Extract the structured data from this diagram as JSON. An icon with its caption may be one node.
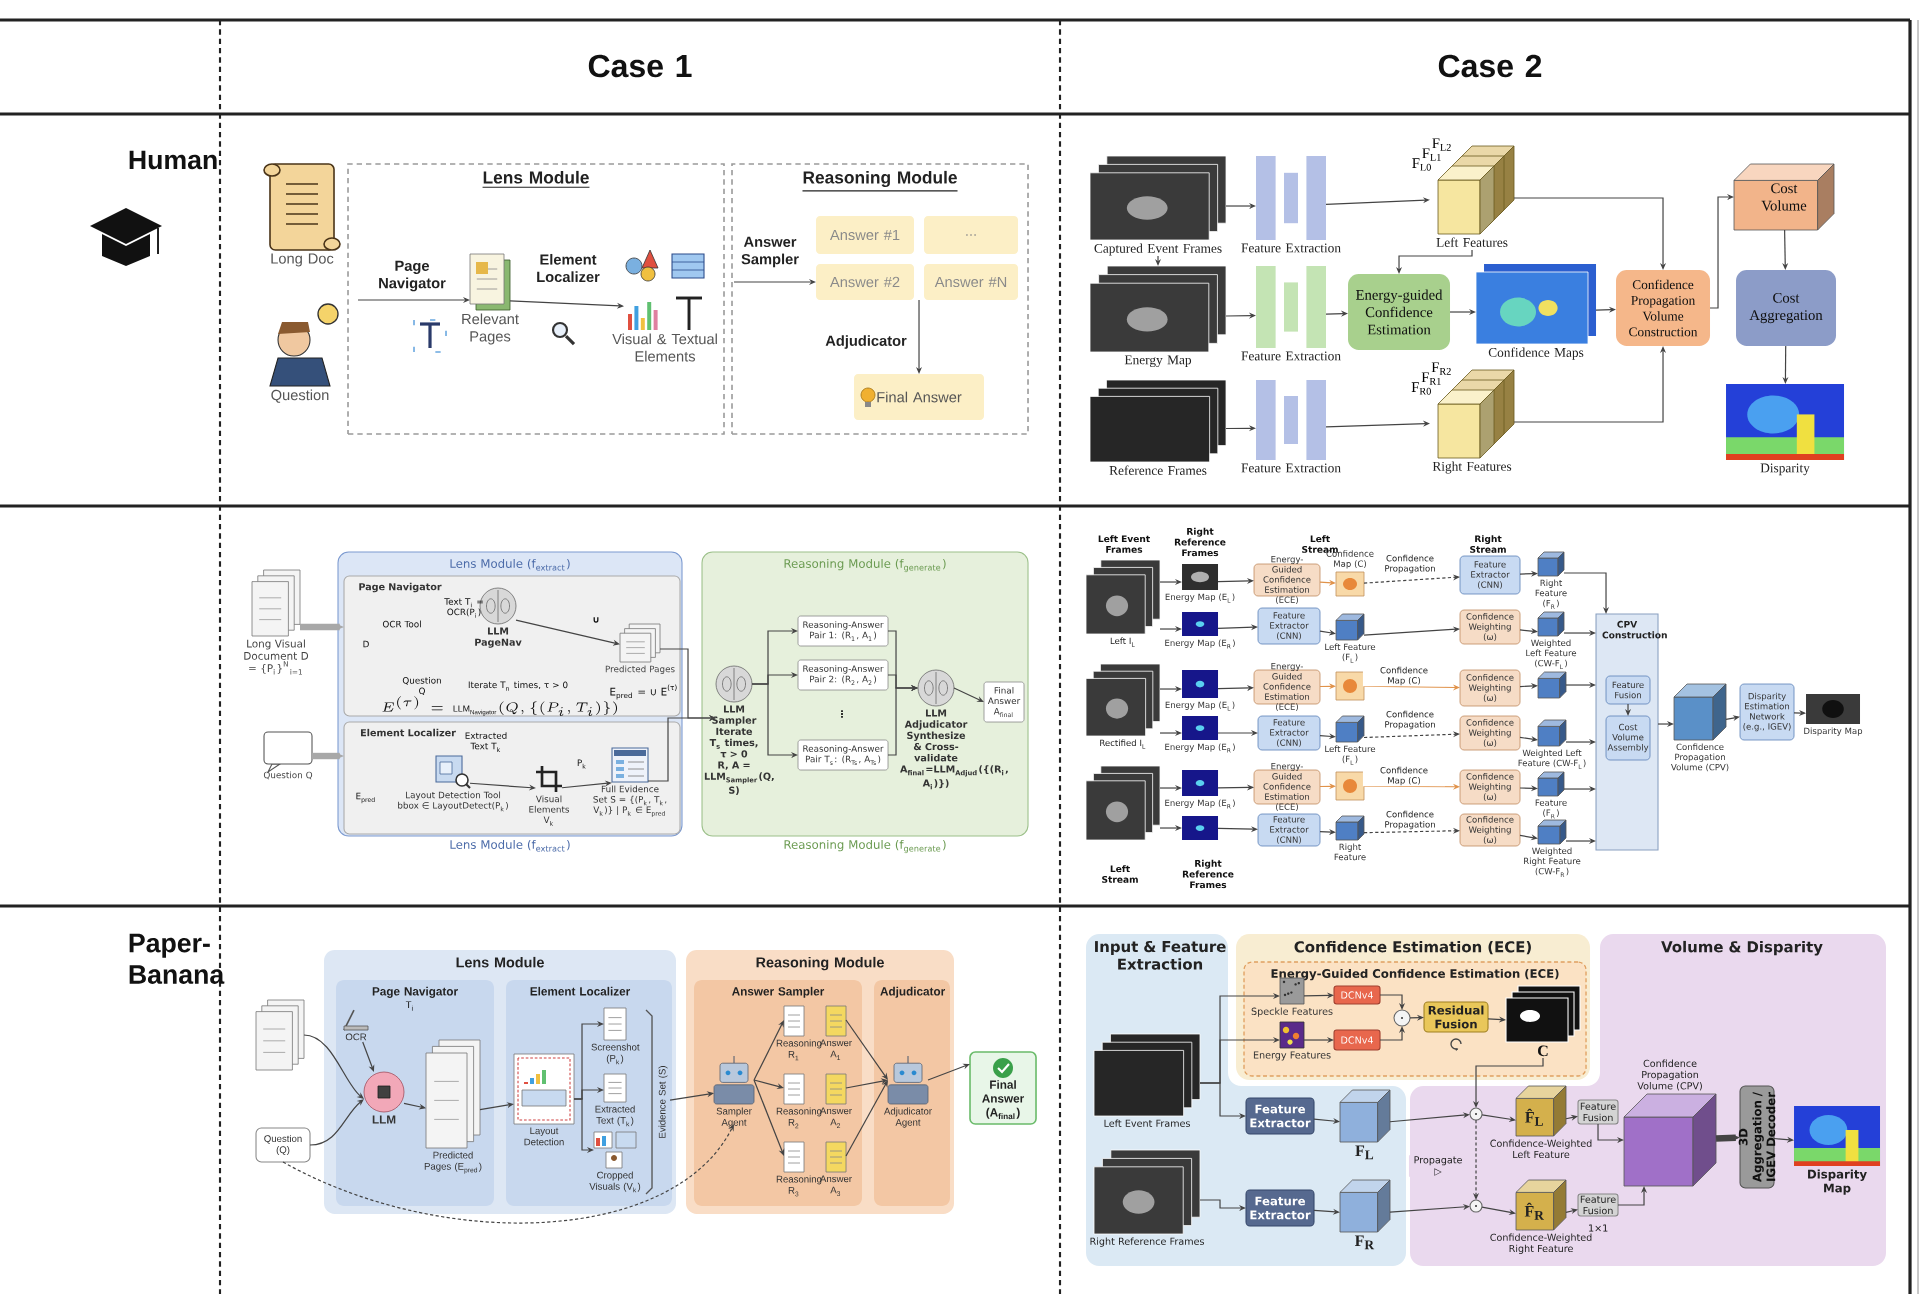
{
  "diagram": {
    "nodes": [
      {
        "text": [
          "Long Doc"
        ]
      },
      {
        "text": [
          "Question"
        ]
      },
      {
        "text": [
          "Lens Module"
        ]
      },
      {
        "text": [
          "Reasoning Module"
        ]
      },
      {
        "text": [
          "Relevant Pages"
        ],
        "in": 2
      },
      {
        "text": [
          "Visual & Textual Elements"
        ],
        "in": 2
      },
      {
        "text": [
          "Answer #1"
        ],
        "in": 3
      },
      {
        "text": [
          "..."
        ],
        "in": 3
      },
      {
        "text": [
          "Answer #2"
        ],
        "in": 3
      },
      {
        "text": [
          "Answer #N"
        ],
        "in": 3
      },
      {
        "text": [
          "Final Answer"
        ],
        "in": 3
      },
      {
        "text": [
          "Captured Event Frames"
        ]
      },
      {
        "text": [
          "Feature Extraction"
        ]
      },
      {
        "text": [
          "F$_{L2}$",
          "F$_{L1}$",
          "F$_{L0}$",
          "Left Features"
        ]
      },
      {
        "text": [
          "Energy Map"
        ]
      },
      {
        "text": [
          "Feature Extraction"
        ]
      },
      {
        "text": [
          "Energy-guided Confidence Estimation"
        ]
      },
      {
        "text": [
          "Confidence Maps"
        ]
      },
      {
        "text": [
          "Confidence Propagation Volume Construction"
        ]
      },
      {
        "text": [
          "Cost Volume"
        ]
      },
      {
        "text": [
          "Cost Aggregation"
        ]
      },
      {
        "text": [
          "Reference Frames"
        ]
      },
      {
        "text": [
          "Feature Extraction"
        ]
      },
      {
        "text": [
          "F$_{R2}$",
          "F$_{R1}$",
          "F$_{R0}$",
          "Right Features"
        ]
      },
      {
        "text": [
          "Disparity"
        ]
      },
      {
        "text": [
          "Long Visual Document D = {P$_{i}$}$^{N}$$_{i=1}$"
        ]
      },
      {
        "text": [
          "Question Q"
        ]
      },
      {
        "text": [
          "Lens Module (f$_{extract}$)",
          "Lens Module (f$_{extract}$)"
        ]
      },
      {
        "text": [
          "Page Navigator"
        ],
        "in": 27
      },
      {
        "text": [
          "LLM PageNav"
        ],
        "in": 28
      },
      {
        "text": [
          "Predicted Pages"
        ],
        "in": 28
      },
      {
        "text": [
          "Element Localizer"
        ],
        "in": 27
      },
      {
        "text": [
          "Layout Detection Tool bbox ∈ LayoutDetect(P$_{k}$)"
        ],
        "in": 31
      },
      {
        "text": [
          "Visual Elements V$_{k}$"
        ],
        "in": 31
      },
      {
        "text": [
          "Full Evidence Set S = {(P$_{k}$, T$_{k}$, V$_{k}$)} | P$_{k}$ ∈ E$_{pred}$"
        ],
        "in": 31
      },
      {
        "text": [
          "Reasoning Module (f$_{generate}$)",
          "Reasoning Module (f$_{generate}$)"
        ]
      },
      {
        "text": [
          "LLM Sampler",
          "Iterate T$_{s}$ times, τ > 0",
          "R, A = LLM$_{Sampler}$(Q, S)"
        ],
        "in": 35
      },
      {
        "text": [
          "Reasoning-Answer Pair 1: (R$_{1}$, A$_{1}$)"
        ],
        "in": 35
      },
      {
        "text": [
          "Reasoning-Answer Pair 2: (R$_{2}$, A$_{2}$)"
        ],
        "in": 35
      },
      {
        "text": [
          "Reasoning-Answer Pair T$_{s}$: (R$_{Ts}$, A$_{Ts}$)"
        ],
        "in": 35
      },
      {
        "text": [
          "LLM Adjudicator",
          "Synthesize & Cross-validate",
          "A$_{final}$=LLM$_{Adjud}$({(R$_{i}$, A$_{i}$)})"
        ],
        "in": 35
      },
      {
        "text": [
          "Final Answer A$_{final}$"
        ],
        "in": 35
      },
      {
        "text": [
          "Left I$_{L}$"
        ]
      },
      {
        "text": [
          "Energy Map (E$_{L}$)"
        ]
      },
      {
        "text": [
          "Energy Map (E$_{R}$)"
        ]
      },
      {
        "text": [
          "Energy-Guided Confidence Estimation (ECE)"
        ]
      },
      {
        "text": [
          "Confidence Map (C)"
        ]
      },
      {
        "text": [
          "Feature Extractor (CNN)"
        ]
      },
      {
        "text": [
          "Left Feature (F$_{L}$)"
        ]
      },
      {
        "text": [
          "Feature Extractor (CNN)"
        ]
      },
      {
        "text": [
          "Right Feature (F$_{R}$)"
        ]
      },
      {
        "text": [
          "Confidence Weighting (ω)"
        ]
      },
      {
        "text": [
          "Weighted Left Feature (CW-F$_{L}$)"
        ]
      },
      {
        "text": [
          "Rectified I$_{L}$"
        ]
      },
      {
        "text": [
          "Energy Map (E$_{L}$)"
        ]
      },
      {
        "text": [
          "Energy Map (E$_{R}$)"
        ]
      },
      {
        "text": [
          "Energy-Guided Confidence Estimation (ECE)"
        ]
      },
      {
        "text": [],
        "shape": "picture"
      },
      {
        "text": [
          "Feature Extractor (CNN)"
        ]
      },
      {
        "text": [
          "Left Feature (F$_{L}$)"
        ]
      },
      {
        "text": [
          "Confidence Weighting (ω)"
        ]
      },
      {
        "text": [],
        "shape": "box"
      },
      {
        "text": [
          "Confidence Weighting (ω)"
        ]
      },
      {
        "text": [
          "Weighted Left Feature (CW-F$_{L}$)"
        ]
      },
      {
        "text": [],
        "shape": "picture"
      },
      {
        "text": [
          "Energy Map (E$_{R}$)"
        ]
      },
      {
        "text": [],
        "shape": "picture"
      },
      {
        "text": [
          "Energy-Guided Confidence Estimation (ECE)"
        ]
      },
      {
        "text": [],
        "shape": "picture"
      },
      {
        "text": [
          "Feature Extractor (CNN)"
        ]
      },
      {
        "text": [
          "Right Feature"
        ]
      },
      {
        "text": [
          "Confidence Weighting (ω)"
        ]
      },
      {
        "text": [
          "Feature (F$_{R}$)"
        ]
      },
      {
        "text": [
          "Confidence Weighting (ω)"
        ]
      },
      {
        "text": [
          "Weighted Right Feature (CW-F$_{R}$)"
        ]
      },
      {
        "text": [
          "CPV Construction"
        ]
      },
      {
        "text": [
          "Feature Fusion"
        ],
        "in": 75
      },
      {
        "text": [
          "Cost Volume Assembly"
        ],
        "in": 75
      },
      {
        "text": [
          "Confidence Propagation Volume (CPV)"
        ]
      },
      {
        "text": [
          "Disparity Estimation Network (e.g., IGEV)"
        ]
      },
      {
        "text": [
          "Disparity Map"
        ]
      },
      {
        "text": [],
        "shape": "picture"
      },
      {
        "text": [
          "Question (Q)"
        ]
      },
      {
        "text": [
          "Lens Module"
        ]
      },
      {
        "text": [
          "Page Navigator"
        ],
        "in": 83
      },
      {
        "text": [
          "OCR"
        ],
        "in": 84
      },
      {
        "text": [
          "LLM"
        ],
        "in": 84
      },
      {
        "text": [
          "Predicted Pages (E$_{pred}$)"
        ],
        "in": 84
      },
      {
        "text": [
          "Element Localizer"
        ],
        "in": 83
      },
      {
        "text": [
          "Layout Detection"
        ],
        "in": 88
      },
      {
        "text": [
          "Screenshot (P$_{k}$)"
        ],
        "in": 88
      },
      {
        "text": [
          "Extracted Text (T$_{k}$)"
        ],
        "in": 88
      },
      {
        "text": [
          "Cropped Visuals (V$_{k}$)"
        ],
        "in": 88
      },
      {
        "text": [
          "Evidence Set (S)"
        ],
        "in": 88
      },
      {
        "text": [
          "Reasoning Module"
        ]
      },
      {
        "text": [
          "Answer Sampler"
        ],
        "in": 94
      },
      {
        "text": [
          "Sampler Agent"
        ],
        "in": 95
      },
      {
        "text": [
          "Reasoning R$_{1}$"
        ],
        "in": 95
      },
      {
        "text": [
          "Answer A$_{1}$"
        ],
        "in": 95
      },
      {
        "text": [
          "Reasoning R$_{2}$"
        ],
        "in": 95
      },
      {
        "text": [
          "Answer A$_{2}$"
        ],
        "in": 95
      },
      {
        "text": [
          "Reasoning R$_{3}$"
        ],
        "in": 95
      },
      {
        "text": [
          "Answer A$_{3}$"
        ],
        "in": 95
      },
      {
        "text": [
          "Adjudicator"
        ],
        "in": 94
      },
      {
        "text": [
          "Adjudicator Agent"
        ],
        "in": 103
      },
      {
        "text": [
          "Final Answer (A$_{final}$)"
        ]
      },
      {
        "text": [
          "Input & Feature Extraction"
        ]
      },
      {
        "text": [
          "Confidence Estimation (ECE)"
        ]
      },
      {
        "text": [
          "Energy-Guided Confidence Estimation (ECE)"
        ],
        "in": 107
      },
      {
        "text": [
          "Volume & Disparity"
        ]
      },
      {
        "text": [
          "Speckle Features"
        ],
        "in": 108
      },
      {
        "text": [
          "Energy Features"
        ],
        "in": 108
      },
      {
        "text": [
          "DCNv4"
        ],
        "in": 108
      },
      {
        "text": [
          "DCNv4"
        ],
        "in": 108
      },
      {
        "text": [],
        "shape": "circle",
        "in": 108
      },
      {
        "text": [
          "Residual Fusion"
        ],
        "in": 108
      },
      {
        "text": [
          "C"
        ],
        "in": 108
      },
      {
        "text": [
          "Left Event Frames"
        ],
        "in": 106
      },
      {
        "text": [
          "Right Reference Frames"
        ],
        "in": 106
      },
      {
        "text": [
          "Feature Extractor"
        ],
        "in": 106
      },
      {
        "text": [
          "F$_{L}$"
        ],
        "in": 106
      },
      {
        "text": [
          "Feature Extractor"
        ],
        "in": 106
      },
      {
        "text": [
          "F$_{R}$"
        ],
        "in": 106
      },
      {
        "text": [],
        "shape": "circle",
        "in": 109
      },
      {
        "text": [],
        "shape": "circle",
        "in": 109
      },
      {
        "text": [
          "F̂$_{L}$",
          "Confidence-Weighted Left Feature"
        ],
        "in": 109
      },
      {
        "text": [
          "F̂$_{R}$",
          "Confidence-Weighted Right Feature"
        ],
        "in": 109
      },
      {
        "text": [
          "Feature Fusion"
        ],
        "in": 109
      },
      {
        "text": [
          "Feature Fusion"
        ],
        "in": 109
      },
      {
        "text": [
          "Confidence Propagation Volume (CPV)"
        ],
        "in": 109
      },
      {
        "text": [
          "3D Aggregation / IGEV Decoder"
        ],
        "in": 109
      },
      {
        "text": [
          "Disparity Map"
        ],
        "in": 109
      }
    ],
    "edges": [
      {
        "from": null,
        "to": 4,
        "arrow": "to",
        "label": "Page Navigator"
      },
      {
        "from": 4,
        "to": 5,
        "arrow": "to",
        "label": "Element Localizer"
      },
      {
        "from": null,
        "to": 8,
        "arrow": "to",
        "label": "Answer Sampler"
      },
      {
        "from": 9,
        "to": 10,
        "arrow": "to",
        "label": "Adjudicator"
      },
      {
        "from": 11,
        "to": 12,
        "arrow": "to"
      },
      {
        "from": 11,
        "to": 14,
        "arrow": "to"
      },
      {
        "from": 12,
        "to": 13,
        "arrow": "to"
      },
      {
        "from": 13,
        "to": 16,
        "arrow": "to"
      },
      {
        "from": 14,
        "to": 15,
        "arrow": "to"
      },
      {
        "from": 15,
        "to": 16,
        "arrow": "to"
      },
      {
        "from": 16,
        "to": 17,
        "arrow": "to"
      },
      {
        "from": 17,
        "to": 18,
        "arrow": "to"
      },
      {
        "from": 13,
        "to": 18,
        "arrow": "to"
      },
      {
        "from": 21,
        "to": 22,
        "arrow": "to"
      },
      {
        "from": 22,
        "to": 23,
        "arrow": "to"
      },
      {
        "from": 23,
        "to": 18,
        "arrow": "to"
      },
      {
        "from": 18,
        "to": 19,
        "arrow": "to"
      },
      {
        "from": 19,
        "to": 20,
        "arrow": "to"
      },
      {
        "from": 20,
        "to": 24,
        "arrow": "to"
      },
      {
        "from": 25,
        "to": 28,
        "arrow": "to",
        "style": "thick",
        "color": "#a8a8a8"
      },
      {
        "from": 26,
        "to": 31,
        "arrow": "to",
        "style": "thick",
        "color": "#a8a8a8"
      },
      {
        "from": 29,
        "to": 30,
        "arrow": "to"
      },
      {
        "from": 30,
        "to": 36,
        "arrow": "to"
      },
      {
        "from": 32,
        "to": 33,
        "arrow": "to"
      },
      {
        "from": 33,
        "to": 34,
        "arrow": "to"
      },
      {
        "from": 34,
        "to": 36,
        "arrow": "to"
      },
      {
        "from": 36,
        "to": 37,
        "arrow": "to"
      },
      {
        "from": 36,
        "to": 38,
        "arrow": "to"
      },
      {
        "from": 36,
        "to": 39,
        "arrow": "to"
      },
      {
        "from": 37,
        "to": 40,
        "arrow": "to"
      },
      {
        "from": 38,
        "to": 40,
        "arrow": "to"
      },
      {
        "from": 39,
        "to": 40,
        "arrow": "to"
      },
      {
        "from": 40,
        "to": 41,
        "arrow": "to"
      },
      {
        "from": 42,
        "to": 43,
        "arrow": "to"
      },
      {
        "from": 42,
        "to": 44,
        "arrow": "to"
      },
      {
        "from": 43,
        "to": 45,
        "arrow": "to"
      },
      {
        "from": 44,
        "to": 47,
        "arrow": "to"
      },
      {
        "from": 45,
        "to": 46,
        "arrow": "to",
        "color": "#e0924a"
      },
      {
        "from": 47,
        "to": 48,
        "arrow": "to"
      },
      {
        "from": 48,
        "to": 51,
        "arrow": "to"
      },
      {
        "from": 46,
        "to": 49,
        "arrow": "to",
        "style": "dashed",
        "label": "Confidence Propagation"
      },
      {
        "from": 49,
        "to": 50,
        "arrow": "to"
      },
      {
        "from": 51,
        "to": 52,
        "arrow": "to"
      },
      {
        "from": 50,
        "to": 75,
        "arrow": "to"
      },
      {
        "from": 52,
        "to": 75,
        "arrow": "to"
      },
      {
        "from": 53,
        "to": 54,
        "arrow": "to"
      },
      {
        "from": 53,
        "to": 55,
        "arrow": "to"
      },
      {
        "from": 54,
        "to": 56,
        "arrow": "to"
      },
      {
        "from": 55,
        "to": 58,
        "arrow": "to"
      },
      {
        "from": 56,
        "to": 57,
        "arrow": "to",
        "color": "#e0924a"
      },
      {
        "from": 57,
        "to": 60,
        "arrow": "to",
        "label": "Confidence Map (C)",
        "color": "#e0924a"
      },
      {
        "from": 58,
        "to": 59,
        "arrow": "to"
      },
      {
        "from": 59,
        "to": 62,
        "arrow": "to",
        "style": "dashed",
        "label": "Confidence Propagation"
      },
      {
        "from": 60,
        "to": 61,
        "arrow": "to"
      },
      {
        "from": 62,
        "to": 63,
        "arrow": "to"
      },
      {
        "from": 61,
        "to": 75,
        "arrow": "to"
      },
      {
        "from": 63,
        "to": 75,
        "arrow": "to"
      },
      {
        "from": 64,
        "to": 65,
        "arrow": "to"
      },
      {
        "from": 64,
        "to": 66,
        "arrow": "to"
      },
      {
        "from": 65,
        "to": 67,
        "arrow": "to"
      },
      {
        "from": 66,
        "to": 69,
        "arrow": "to"
      },
      {
        "from": 67,
        "to": 68,
        "arrow": "to",
        "color": "#e0924a"
      },
      {
        "from": 68,
        "to": 71,
        "arrow": "to",
        "label": "Confidence Map (C)",
        "color": "#e0924a"
      },
      {
        "from": 69,
        "to": 70,
        "arrow": "to"
      },
      {
        "from": 70,
        "to": 73,
        "arrow": "to",
        "style": "dashed",
        "label": "Confidence Propagation"
      },
      {
        "from": 71,
        "to": 72,
        "arrow": "to"
      },
      {
        "from": 73,
        "to": 74,
        "arrow": "to"
      },
      {
        "from": 72,
        "to": 75,
        "arrow": "to"
      },
      {
        "from": 74,
        "to": 75,
        "arrow": "to"
      },
      {
        "from": 76,
        "to": 77,
        "arrow": "to"
      },
      {
        "from": 75,
        "to": 78,
        "arrow": "to"
      },
      {
        "from": 78,
        "to": 79,
        "arrow": "to"
      },
      {
        "from": 79,
        "to": 80,
        "arrow": "to"
      },
      {
        "from": 81,
        "to": 86,
        "arrow": "to"
      },
      {
        "from": 82,
        "to": 86,
        "arrow": "to"
      },
      {
        "from": 85,
        "to": 86,
        "arrow": "to"
      },
      {
        "from": 86,
        "to": 87,
        "arrow": "to"
      },
      {
        "from": 87,
        "to": 89,
        "arrow": "to"
      },
      {
        "from": 89,
        "to": 90,
        "arrow": "to"
      },
      {
        "from": 89,
        "to": 91,
        "arrow": "to"
      },
      {
        "from": 89,
        "to": 92,
        "arrow": "to"
      },
      {
        "from": 93,
        "to": 96,
        "arrow": "to"
      },
      {
        "from": 96,
        "to": 97,
        "arrow": "to"
      },
      {
        "from": 96,
        "to": 99,
        "arrow": "to"
      },
      {
        "from": 96,
        "to": 101,
        "arrow": "to"
      },
      {
        "from": 98,
        "to": 104,
        "arrow": "to"
      },
      {
        "from": 100,
        "to": 104,
        "arrow": "to"
      },
      {
        "from": 102,
        "to": 104,
        "arrow": "to"
      },
      {
        "from": 104,
        "to": 105,
        "arrow": "to"
      },
      {
        "from": 82,
        "to": 96,
        "arrow": "to",
        "style": "dashed"
      },
      {
        "from": 110,
        "to": 112,
        "arrow": "to"
      },
      {
        "from": 111,
        "to": 113,
        "arrow": "to"
      },
      {
        "from": 112,
        "to": 114,
        "arrow": "to"
      },
      {
        "from": 113,
        "to": 114,
        "arrow": "to"
      },
      {
        "from": 114,
        "to": 115,
        "arrow": "to"
      },
      {
        "from": 115,
        "to": 116,
        "arrow": "to"
      },
      {
        "from": 117,
        "to": 110,
        "arrow": "to"
      },
      {
        "from": 117,
        "to": 111,
        "arrow": "to"
      },
      {
        "from": 117,
        "to": 119,
        "arrow": "to"
      },
      {
        "from": 118,
        "to": 121,
        "arrow": "to"
      },
      {
        "from": 119,
        "to": 120,
        "arrow": "to"
      },
      {
        "from": 121,
        "to": 122,
        "arrow": "to"
      },
      {
        "from": 120,
        "to": 123,
        "arrow": "to"
      },
      {
        "from": 122,
        "to": 124,
        "arrow": "to"
      },
      {
        "from": 116,
        "to": 123,
        "arrow": "to"
      },
      {
        "from": 123,
        "to": 124,
        "arrow": "to",
        "style": "dashed",
        "label": "Propagate ▷"
      },
      {
        "from": 123,
        "to": 125,
        "arrow": "to"
      },
      {
        "from": 124,
        "to": 126,
        "arrow": "to"
      },
      {
        "from": 125,
        "to": 127,
        "arrow": "to"
      },
      {
        "from": 126,
        "to": 128,
        "arrow": "to"
      },
      {
        "from": 127,
        "to": 129,
        "arrow": "to"
      },
      {
        "from": 128,
        "to": 129,
        "arrow": "to"
      },
      {
        "from": 129,
        "to": 130,
        "arrow": "to",
        "style": "thick"
      },
      {
        "from": 130,
        "to": 131,
        "arrow": "to"
      }
    ],
    "labels": [
      "Case 1",
      "Case 2",
      "Human",
      "Paper-Banana",
      "D",
      "OCR Tool",
      "Text T$_{i}$ = OCR(P$_{i}$)",
      "∪",
      "Question Q",
      "Iterate T$_{n}$ times, τ > 0",
      "E^{(\\tau)} = \\mathrm{LLM}_{\\mathrm{Navigator}}(Q, \\{(P_i, T_i)\\})",
      "E$_{pred}$ = ∪ E$^{(τ)}$",
      "E$_{pred}$",
      "Extracted Text T$_{k}$",
      "P$_{k}$",
      "⋮",
      "Left Event Frames",
      "Right Reference Frames",
      "Left Stream",
      "Right Stream",
      "Left Stream",
      "Right Reference Frames",
      "T$_{i}$",
      "1×1"
    ]
  }
}
